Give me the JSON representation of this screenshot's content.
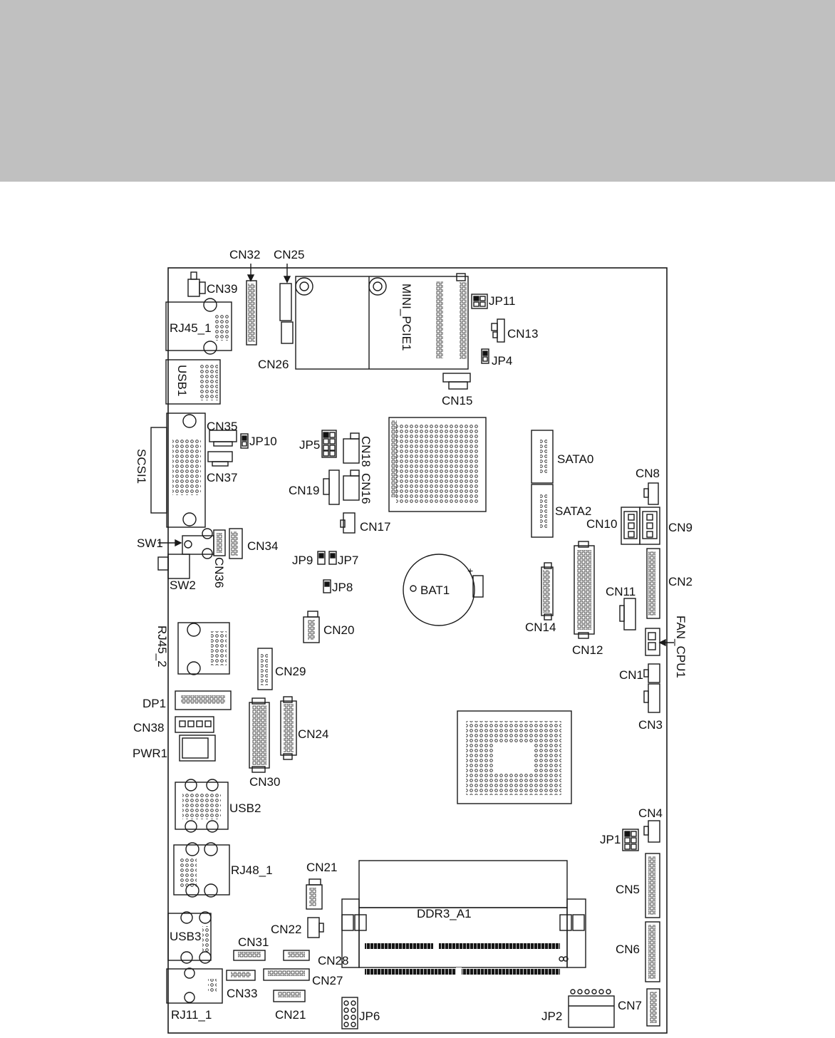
{
  "labels": {
    "cn32": "CN32",
    "cn25": "CN25",
    "cn39": "CN39",
    "rj45_1": "RJ45_1",
    "cn26": "CN26",
    "mini_pcie1": "MINI_PCIE1",
    "jp11": "JP11",
    "cn13": "CN13",
    "jp4": "JP4",
    "cn15": "CN15",
    "usb1": "USB1",
    "cn35": "CN35",
    "jp10": "JP10",
    "scsi1": "SCSI1",
    "cn37": "CN37",
    "jp5": "JP5",
    "cn18": "CN18",
    "cn19": "CN19",
    "cn16": "CN16",
    "cn17": "CN17",
    "sata0": "SATA0",
    "sata2": "SATA2",
    "cn8": "CN8",
    "cn10": "CN10",
    "cn9": "CN9",
    "sw1": "SW1",
    "cn34": "CN34",
    "cn36": "CN36",
    "sw2": "SW2",
    "jp9": "JP9",
    "jp7": "JP7",
    "jp8": "JP8",
    "bat1": "BAT1",
    "cn2": "CN2",
    "cn11": "CN11",
    "cn14": "CN14",
    "cn12": "CN12",
    "fan_cpu1": "FAN_CPU1",
    "cn1": "CN1",
    "cn3": "CN3",
    "cn20": "CN20",
    "rj45_2": "RJ45_2",
    "cn29": "CN29",
    "dp1": "DP1",
    "cn38": "CN38",
    "pwr1": "PWR1",
    "cn24": "CN24",
    "cn30": "CN30",
    "usb2": "USB2",
    "cn4": "CN4",
    "jp1": "JP1",
    "rj48_1": "RJ48_1",
    "cn21_top": "CN21",
    "cn5": "CN5",
    "ddr3_a1": "DDR3_A1",
    "cn22": "CN22",
    "usb3": "USB3",
    "cn6": "CN6",
    "cn31": "CN31",
    "cn28": "CN28",
    "cn27": "CN27",
    "cn33": "CN33",
    "rj11_1": "RJ11_1",
    "cn21_bottom": "CN21",
    "jp6": "JP6",
    "jp2": "JP2",
    "cn7": "CN7"
  },
  "colors": {
    "header_band": "#c0c0c0",
    "line": "#1a1a1a"
  }
}
